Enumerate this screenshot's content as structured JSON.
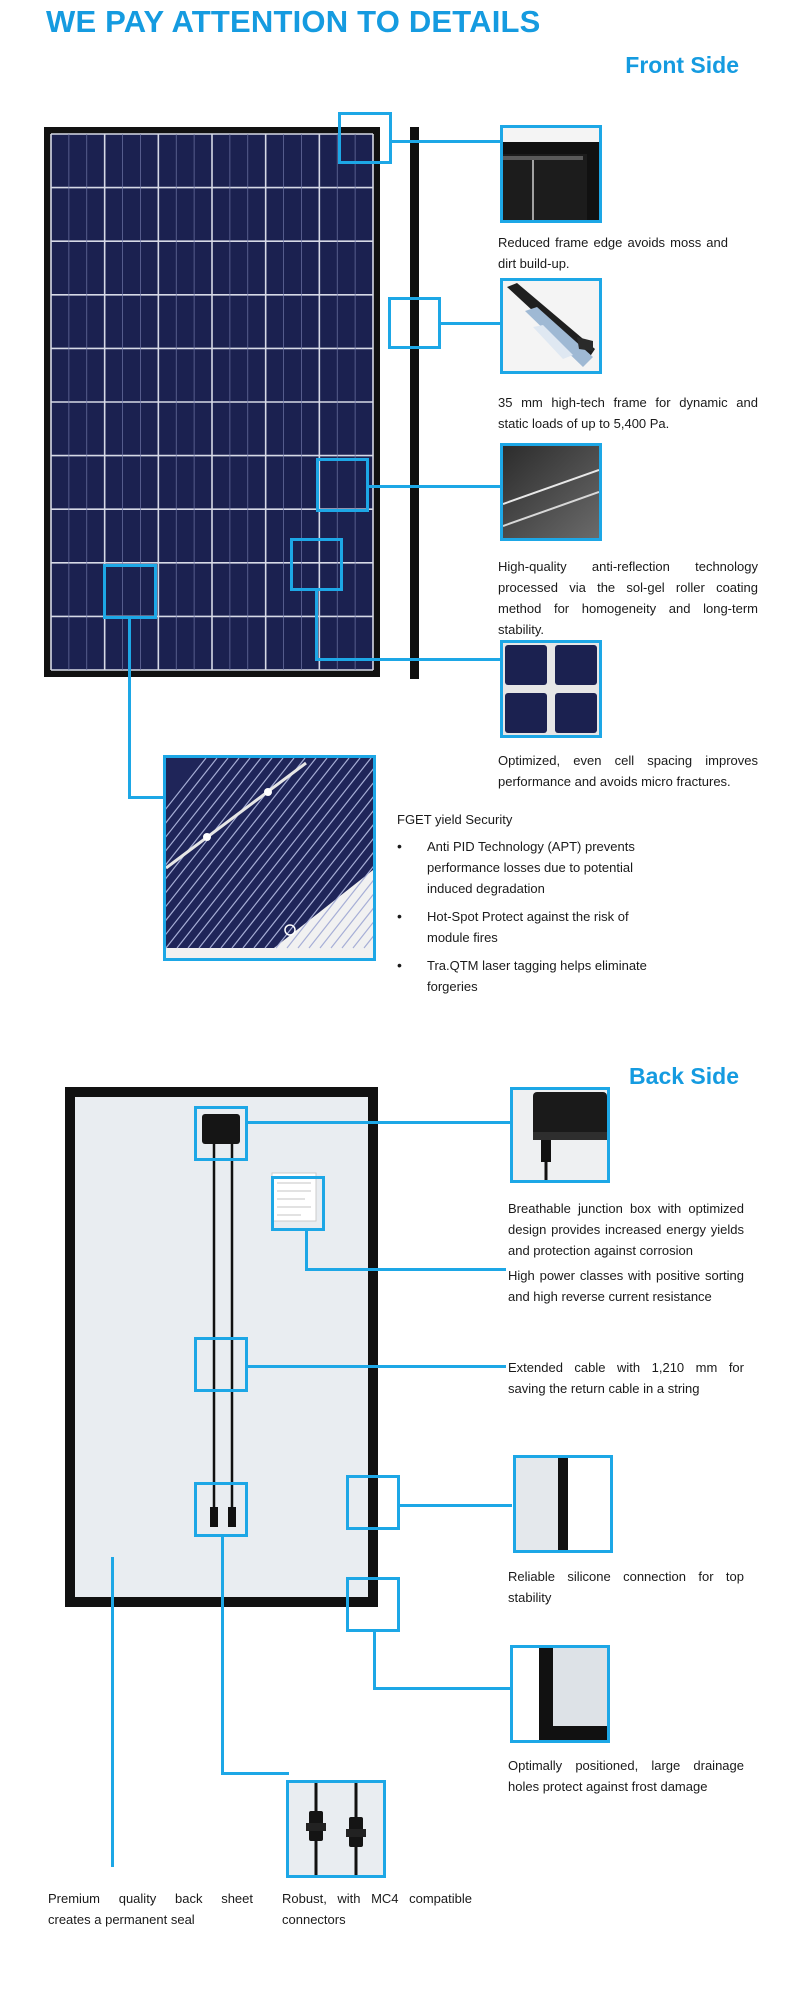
{
  "page": {
    "headline": "WE PAY ATTENTION TO DETAILS"
  },
  "front": {
    "title": "Front Side",
    "captions": [
      "Reduced frame edge avoids moss and dirt build-up.",
      "35 mm high-tech frame for dynamic and static loads of up to 5,400 Pa.",
      "High-quality anti-reflection technology processed via the sol-gel roller coating method for homogeneity and long-term stability.",
      "Optimized, even cell spacing improves performance and avoids micro fractures."
    ],
    "security": {
      "heading": "FGET yield Security",
      "bullets": [
        "Anti PID Technology (APT) prevents performance losses due to potential induced degradation",
        "Hot-Spot Protect against the risk of module fires",
        "Tra.QTM laser tagging helps eliminate forgeries"
      ]
    }
  },
  "back": {
    "title": "Back Side",
    "captions": [
      "Breathable junction box with optimized design provides increased energy yields and protection against corrosion",
      "High power classes with positive sorting and high reverse current resistance",
      "Extended cable with 1,210 mm for saving the return cable in a string",
      "Reliable silicone connection for top stability",
      "Optimally positioned, large drainage holes protect against frost damage",
      "Premium quality back sheet creates a permanent seal",
      "Robust, with MC4 compatible connectors"
    ]
  },
  "colors": {
    "accent": "#159be0",
    "callout": "#1da7e6",
    "frame": "#111111",
    "cell": "#1b2150",
    "backsheet": "#e9edf1"
  }
}
